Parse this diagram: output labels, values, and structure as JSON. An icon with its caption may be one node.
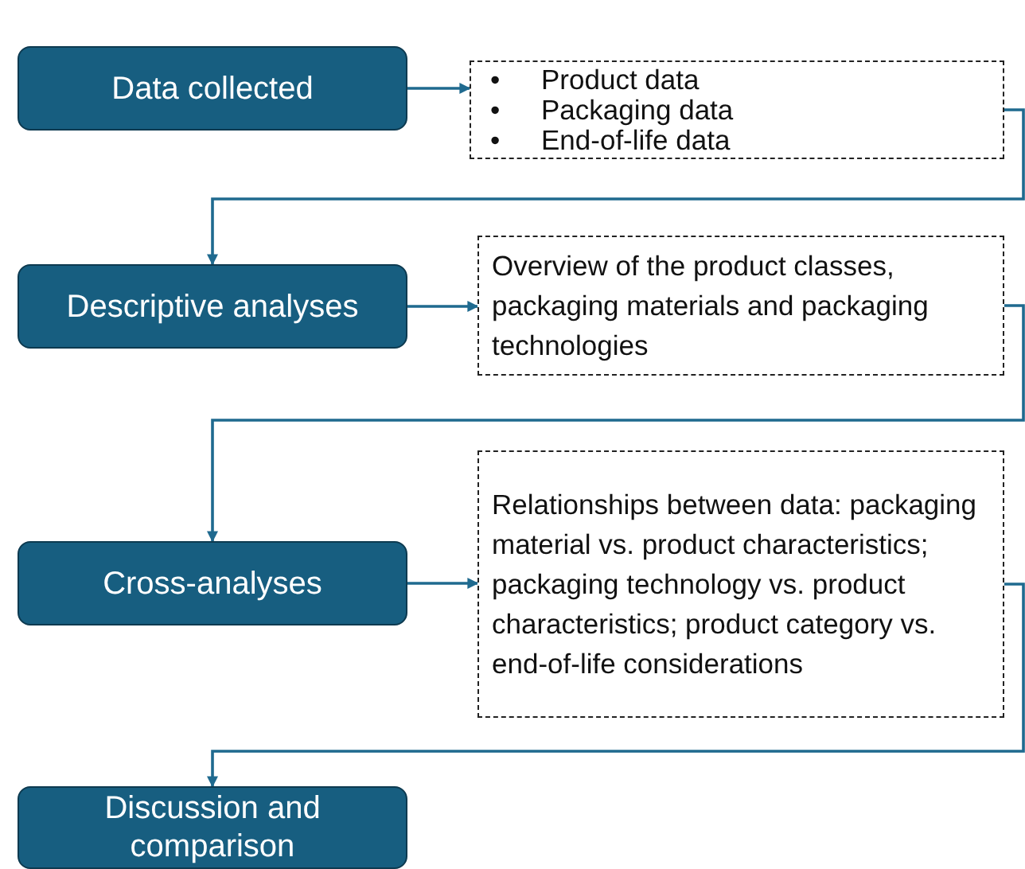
{
  "diagram": {
    "nodes": [
      {
        "text": [
          "Data collected"
        ]
      },
      {
        "text": [
          "Product data",
          "Packaging data",
          "End-of-life data"
        ]
      },
      {
        "text": [
          "Descriptive analyses"
        ]
      },
      {
        "text": [
          "Overview of the product classes, packaging  materials and packaging technologies"
        ]
      },
      {
        "text": [
          "Cross-analyses"
        ]
      },
      {
        "text": [
          "Relationships between data: packaging material vs. product characteristics; packaging technology vs. product characteristics; product category vs. end-of-life considerations"
        ]
      },
      {
        "text": [
          "Discussion and comparison"
        ]
      }
    ],
    "edges": [
      {
        "from": 0,
        "to": 1,
        "arrow": "to"
      },
      {
        "from": 1,
        "to": 2,
        "arrow": "to"
      },
      {
        "from": 2,
        "to": 3,
        "arrow": "to"
      },
      {
        "from": 3,
        "to": 4,
        "arrow": "to"
      },
      {
        "from": 4,
        "to": 5,
        "arrow": "to"
      },
      {
        "from": 5,
        "to": 6,
        "arrow": "to"
      }
    ],
    "labels": [
      "•",
      "•",
      "•"
    ]
  }
}
